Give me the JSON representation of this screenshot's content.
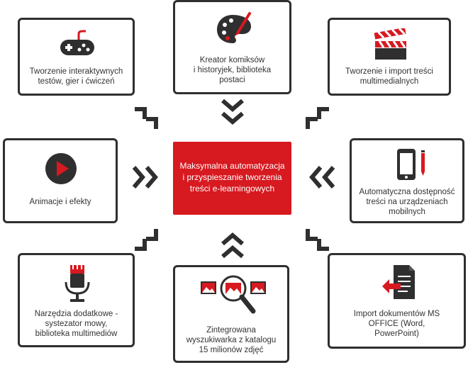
{
  "center": {
    "lines": [
      "Maksymalna automatyzacja",
      "i przyspieszanie tworzenia",
      "treści e-learningowych"
    ]
  },
  "boxes": {
    "games": {
      "icon": "gamepad-icon",
      "lines": [
        "Tworzenie interaktywnych",
        "testów, gier i ćwiczeń"
      ]
    },
    "comics": {
      "icon": "palette-icon",
      "lines": [
        "Kreator komiksów",
        "i historyjek, biblioteka",
        "postaci"
      ]
    },
    "multimedia": {
      "icon": "clapperboard-icon",
      "lines": [
        "Tworzenie i import treści",
        "multimedialnych"
      ]
    },
    "animations": {
      "icon": "play-icon",
      "lines": [
        "Animacje i efekty"
      ]
    },
    "mobile": {
      "icon": "smartphone-icon",
      "lines": [
        "Automatyczna dostępność",
        "treści na urządzeniach",
        "mobilnych"
      ]
    },
    "tools": {
      "icon": "microphone-icon",
      "lines": [
        "Narzędzia dodatkowe -",
        "systezator mowy,",
        "biblioteka multimediów"
      ]
    },
    "search": {
      "icon": "image-search-icon",
      "lines": [
        "Zintegrowana",
        "wyszukiwarka z katalogu",
        "15 milionów zdjęć"
      ]
    },
    "import": {
      "icon": "document-import-icon",
      "lines": [
        "Import dokumentów MS",
        "OFFICE (Word,",
        "PowerPoint)"
      ]
    }
  },
  "colors": {
    "accent": "#d71920",
    "dark": "#2f2f2f"
  }
}
